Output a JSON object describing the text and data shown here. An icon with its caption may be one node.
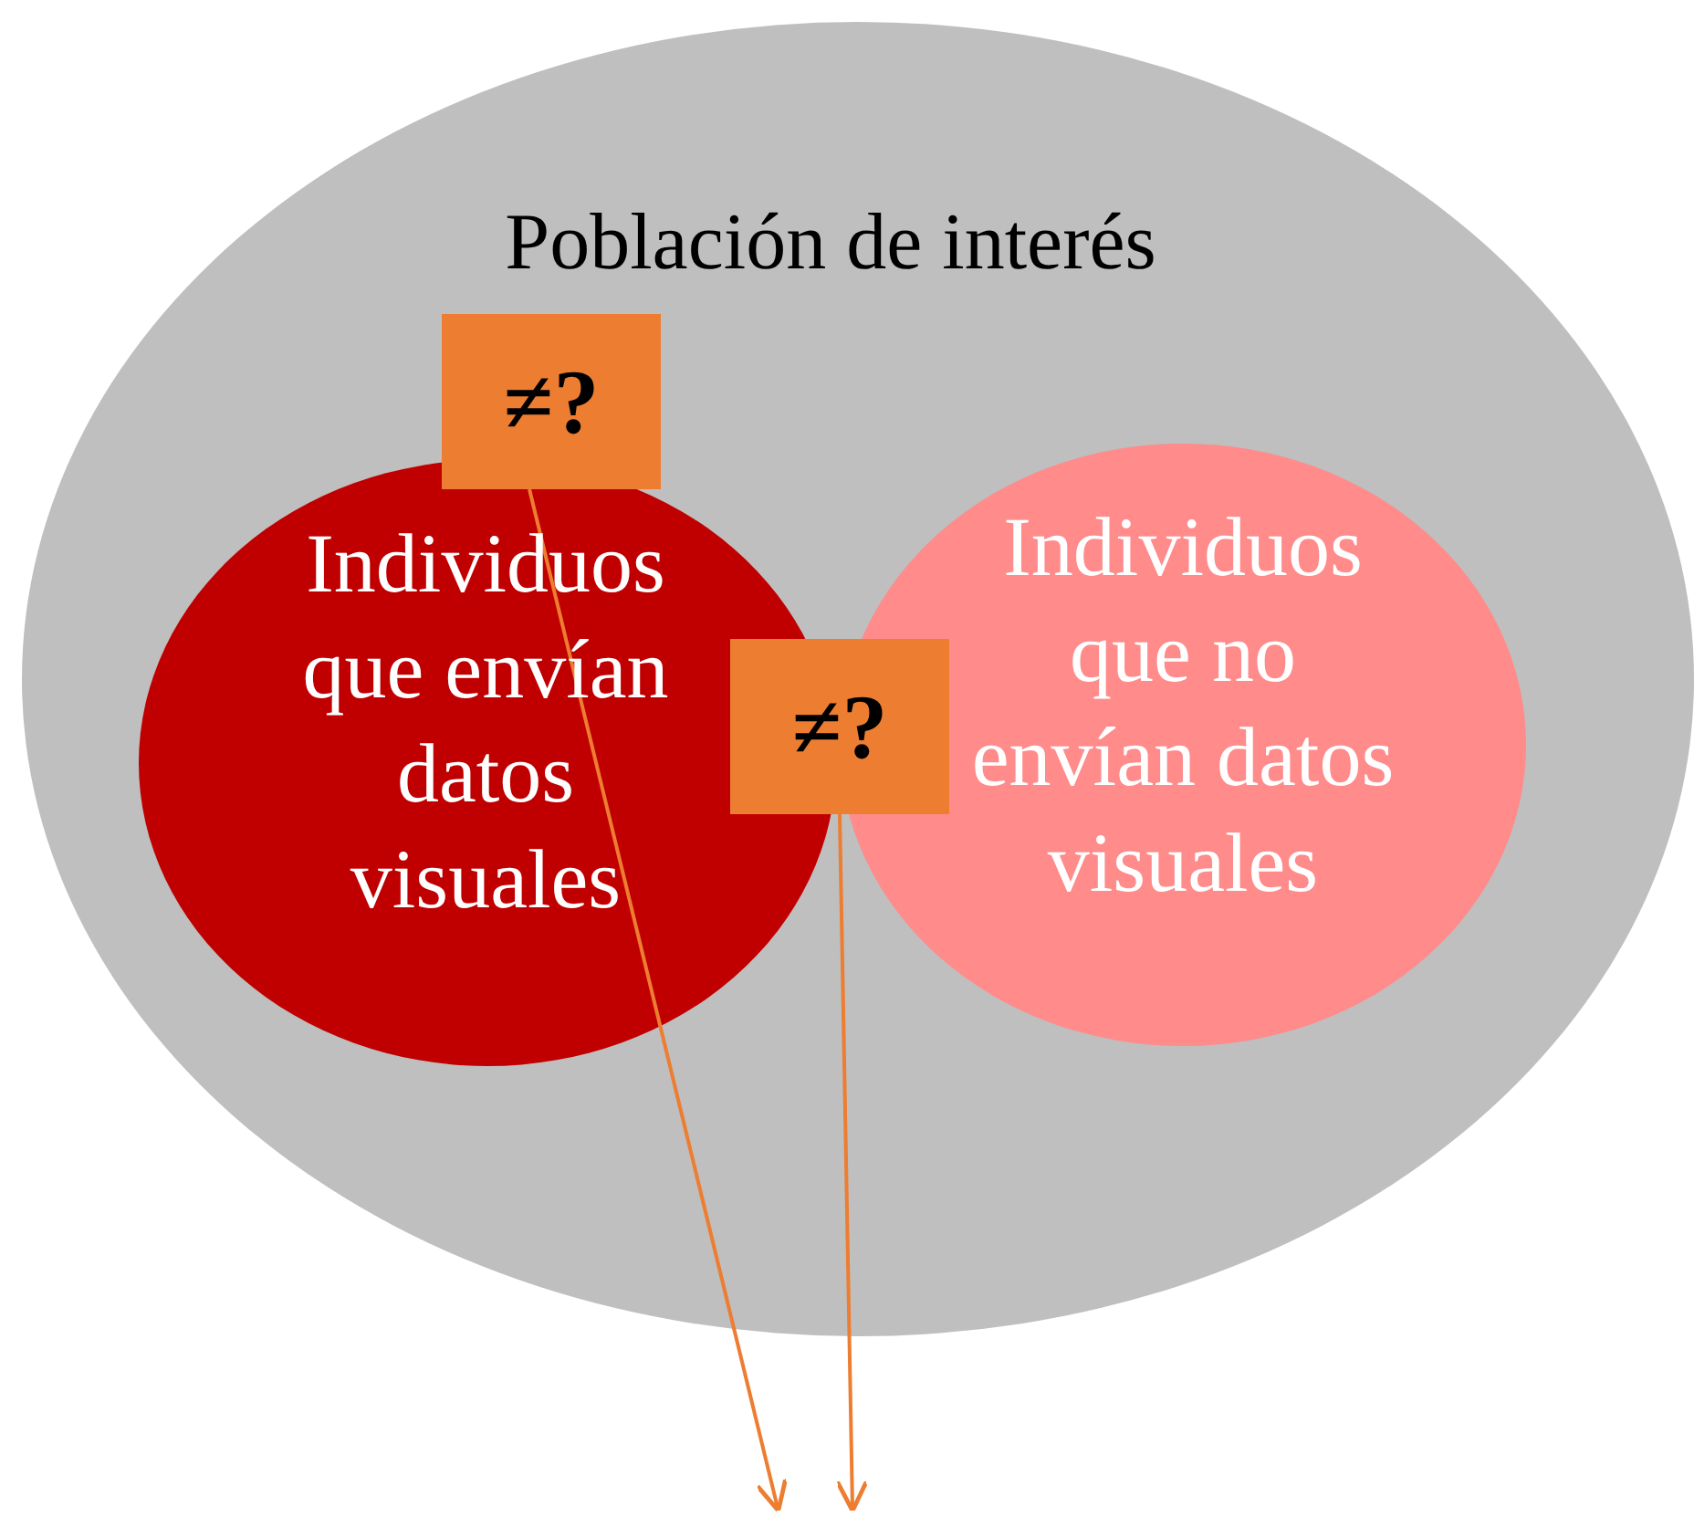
{
  "diagram": {
    "nodes": [
      {
        "text": [
          "Población de interés"
        ]
      },
      {
        "text": [
          "Individuos que envían datos visuales"
        ],
        "in": 0
      },
      {
        "text": [
          "Individuos que no envían datos visuales"
        ],
        "in": 0
      },
      {
        "text": [
          "≠?"
        ],
        "in": 0
      },
      {
        "text": [
          "≠?"
        ],
        "in": 0
      }
    ],
    "edges": [
      {
        "from": 3,
        "to": null,
        "arrow": "to",
        "color": "#ed7d31"
      },
      {
        "from": 4,
        "to": null,
        "arrow": "to",
        "color": "#ed7d31"
      }
    ]
  }
}
